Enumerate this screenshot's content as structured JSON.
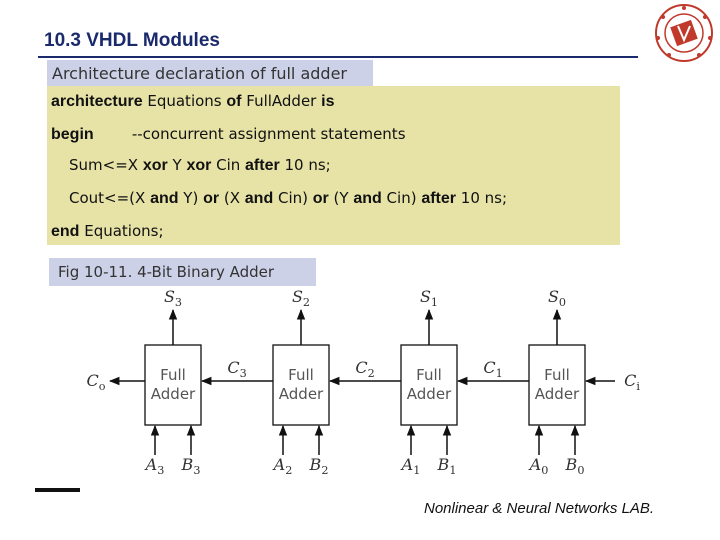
{
  "slide": {
    "title": "10.3 VHDL Modules",
    "section_label": "Architecture declaration of full adder",
    "footer": "Nonlinear & Neural Networks LAB."
  },
  "code": {
    "line1": {
      "kw1": "architecture",
      "t1": " Equations ",
      "kw2": "of",
      "t2": " FullAdder ",
      "kw3": "is"
    },
    "line2": {
      "kw1": "begin",
      "t1": "        --concurrent assignment statements"
    },
    "line3": {
      "t1": "Sum<=X ",
      "kw1": "xor",
      "t2": " Y ",
      "kw2": "xor",
      "t3": " Cin ",
      "kw3": "after",
      "t4": " 10 ns;"
    },
    "line4": {
      "t1": "Cout<=(X ",
      "kw1": "and",
      "t2": " Y) ",
      "kw2": "or",
      "t3": " (X ",
      "kw3": "and",
      "t4": " Cin) ",
      "kw4": "or",
      "t5": " (Y ",
      "kw5": "and",
      "t6": " Cin) ",
      "kw6": "after",
      "t7": " 10 ns;"
    },
    "line5": {
      "kw1": "end",
      "t1": " Equations;"
    }
  },
  "figure": {
    "caption": "Fig 10-11. 4-Bit Binary Adder",
    "block_label_line1": "Full",
    "block_label_line2": "Adder",
    "sums": [
      "S3",
      "S2",
      "S1",
      "S0"
    ],
    "carries": [
      "C3",
      "C2",
      "C1"
    ],
    "carry_out": "Co",
    "carry_in": "Ci",
    "inputs": [
      [
        "A3",
        "B3"
      ],
      [
        "A2",
        "B2"
      ],
      [
        "A1",
        "B1"
      ],
      [
        "A0",
        "B0"
      ]
    ]
  },
  "colors": {
    "title": "#1a2a6c",
    "label_bg": "#ccd1e8",
    "code_bg": "#e7e3a7",
    "logo": "#c0392b"
  }
}
